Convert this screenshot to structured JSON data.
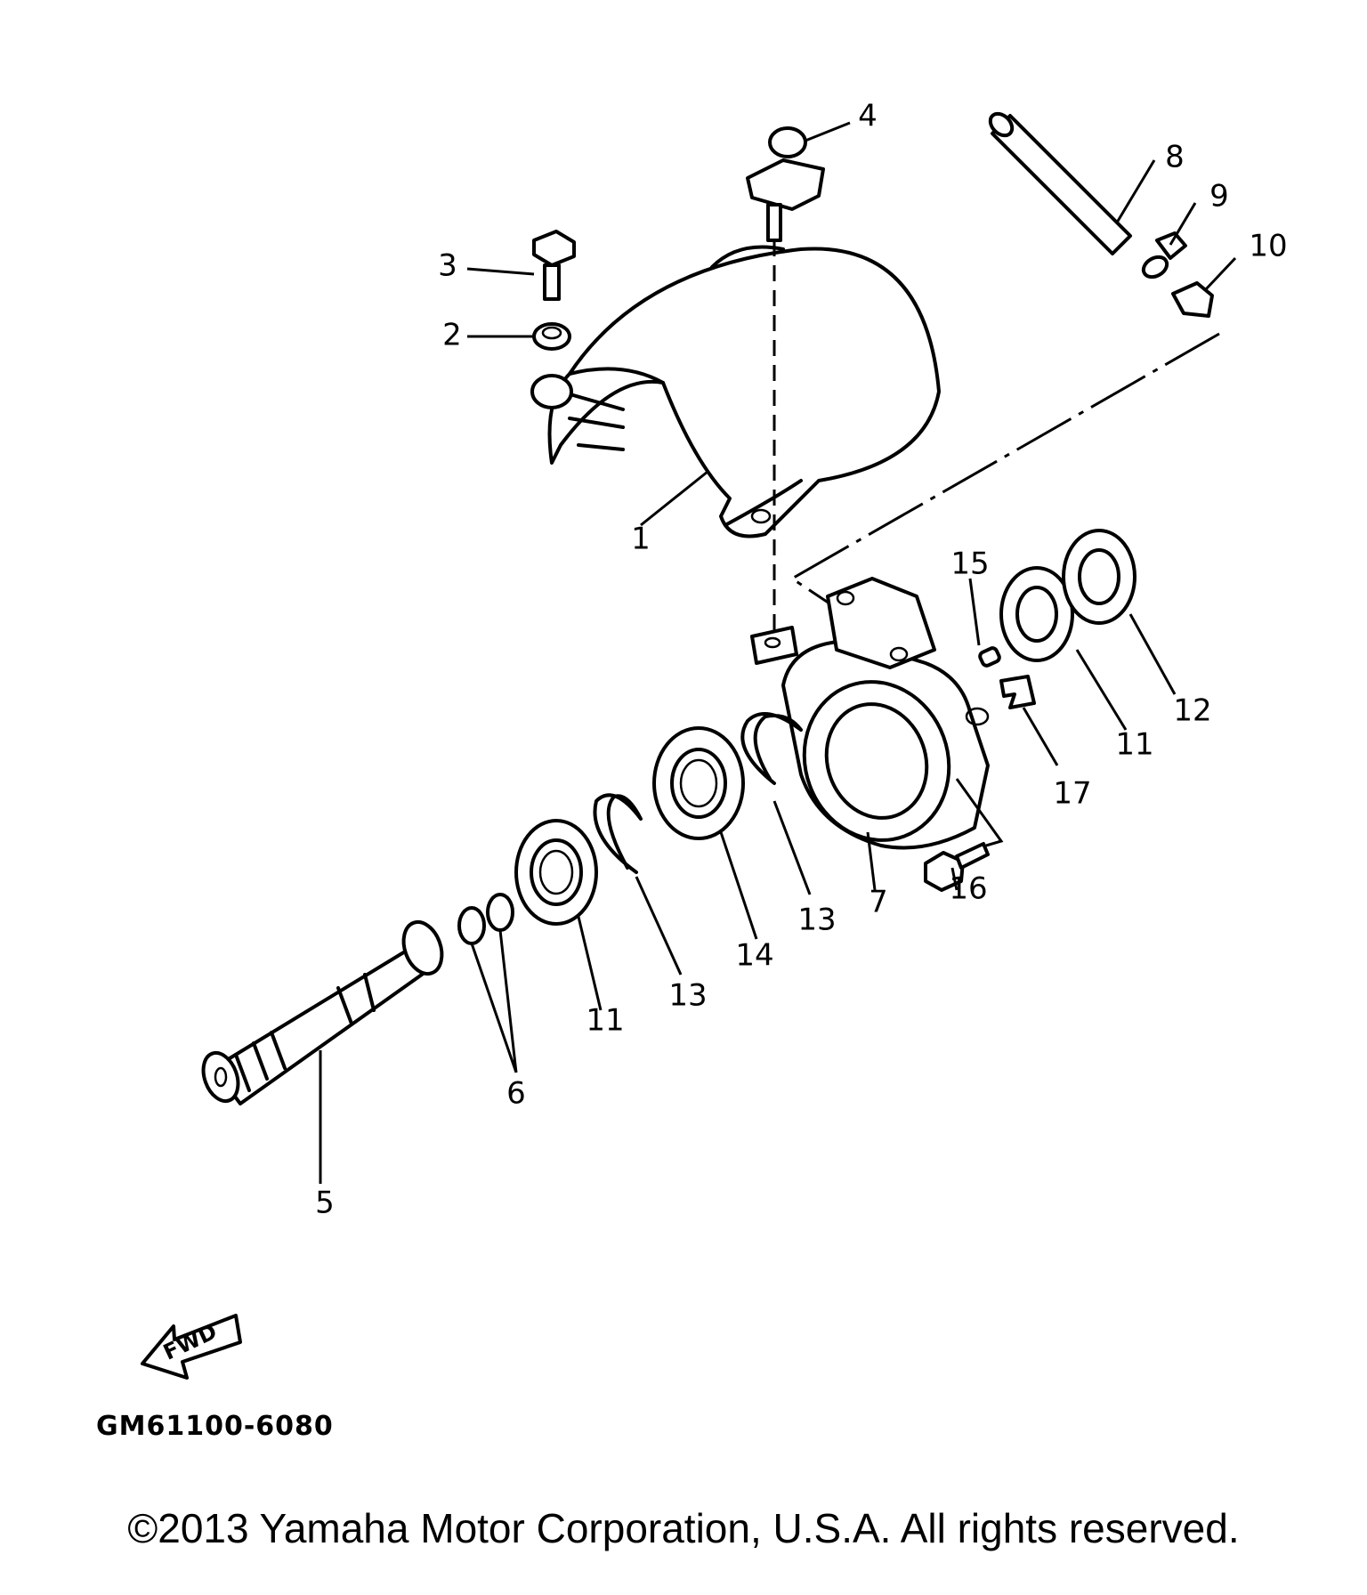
{
  "callouts": [
    {
      "id": "1",
      "label": "1"
    },
    {
      "id": "2",
      "label": "2"
    },
    {
      "id": "3",
      "label": "3"
    },
    {
      "id": "4",
      "label": "4"
    },
    {
      "id": "5",
      "label": "5"
    },
    {
      "id": "6",
      "label": "6"
    },
    {
      "id": "7",
      "label": "7"
    },
    {
      "id": "8",
      "label": "8"
    },
    {
      "id": "9",
      "label": "9"
    },
    {
      "id": "10",
      "label": "10"
    },
    {
      "id": "11a",
      "label": "11"
    },
    {
      "id": "11b",
      "label": "11"
    },
    {
      "id": "12",
      "label": "12"
    },
    {
      "id": "13a",
      "label": "13"
    },
    {
      "id": "13b",
      "label": "13"
    },
    {
      "id": "14",
      "label": "14"
    },
    {
      "id": "15",
      "label": "15"
    },
    {
      "id": "16",
      "label": "16"
    },
    {
      "id": "17",
      "label": "17"
    }
  ],
  "fwd_label": "FWD",
  "diagram_code": "GM61100-6080",
  "copyright": "©2013 Yamaha Motor Corporation, U.S.A. All rights reserved."
}
